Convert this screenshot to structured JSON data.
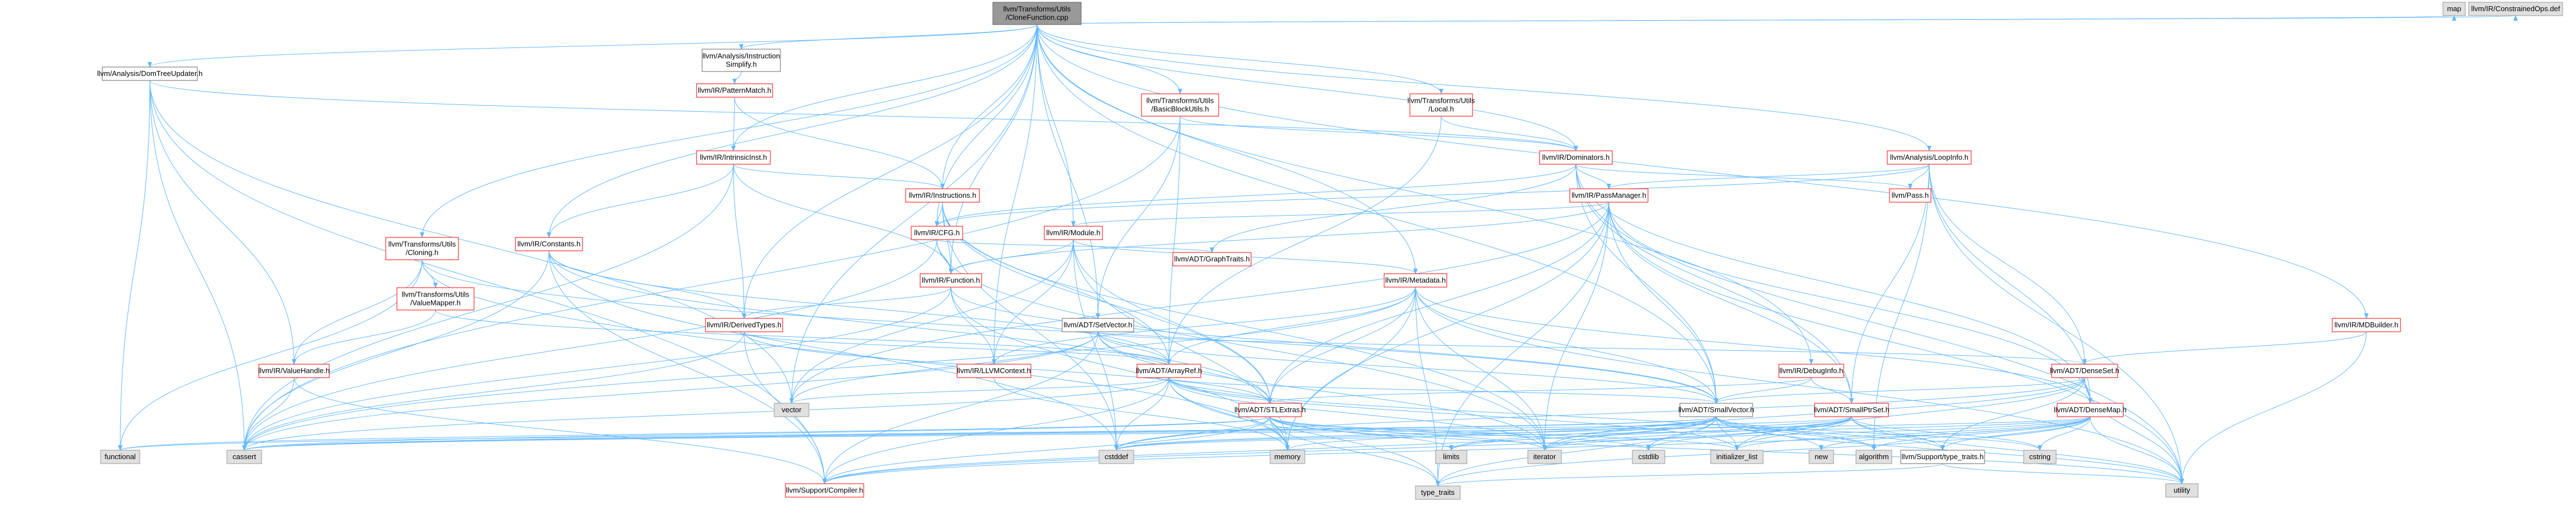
{
  "colors": {
    "root_fill": "#999999",
    "red_border": "#ff0000",
    "black_border": "#666666",
    "gray_fill": "#e0e0e0",
    "gray_border": "#999999",
    "white_fill": "#ffffff",
    "edge": "#63b8ff"
  },
  "nodes": [
    {
      "id": "root",
      "lines": [
        "llvm/Transforms/Utils",
        "/CloneFunction.cpp"
      ],
      "style": "root"
    },
    {
      "id": "instsimplify",
      "lines": [
        "llvm/Analysis/Instruction",
        "Simplify.h"
      ],
      "style": "black"
    },
    {
      "id": "domtreeupd",
      "lines": [
        "llvm/Analysis/DomTreeUpdater.h"
      ],
      "style": "black"
    },
    {
      "id": "loopinfo",
      "lines": [
        "llvm/Analysis/LoopInfo.h"
      ],
      "style": "red"
    },
    {
      "id": "patternmatch",
      "lines": [
        "llvm/IR/PatternMatch.h"
      ],
      "style": "red"
    },
    {
      "id": "bbutils",
      "lines": [
        "llvm/Transforms/Utils",
        "/BasicBlockUtils.h"
      ],
      "style": "red"
    },
    {
      "id": "local",
      "lines": [
        "llvm/Transforms/Utils",
        "/Local.h"
      ],
      "style": "red"
    },
    {
      "id": "intrinsicinst",
      "lines": [
        "llvm/IR/IntrinsicInst.h"
      ],
      "style": "red"
    },
    {
      "id": "dominators",
      "lines": [
        "llvm/IR/Dominators.h"
      ],
      "style": "red"
    },
    {
      "id": "instructions",
      "lines": [
        "llvm/IR/Instructions.h"
      ],
      "style": "red"
    },
    {
      "id": "passmanager",
      "lines": [
        "llvm/IR/PassManager.h"
      ],
      "style": "red"
    },
    {
      "id": "pass",
      "lines": [
        "llvm/Pass.h"
      ],
      "style": "red"
    },
    {
      "id": "cfg",
      "lines": [
        "llvm/IR/CFG.h"
      ],
      "style": "red"
    },
    {
      "id": "module",
      "lines": [
        "llvm/IR/Module.h"
      ],
      "style": "red"
    },
    {
      "id": "cloning",
      "lines": [
        "llvm/Transforms/Utils",
        "/Cloning.h"
      ],
      "style": "red"
    },
    {
      "id": "constants",
      "lines": [
        "llvm/IR/Constants.h"
      ],
      "style": "red"
    },
    {
      "id": "graphtraits",
      "lines": [
        "llvm/ADT/GraphTraits.h"
      ],
      "style": "red"
    },
    {
      "id": "function",
      "lines": [
        "llvm/IR/Function.h"
      ],
      "style": "red"
    },
    {
      "id": "metadata",
      "lines": [
        "llvm/IR/Metadata.h"
      ],
      "style": "red"
    },
    {
      "id": "mdbuilder",
      "lines": [
        "llvm/IR/MDBuilder.h"
      ],
      "style": "red"
    },
    {
      "id": "valuemapper",
      "lines": [
        "llvm/Transforms/Utils",
        "/ValueMapper.h"
      ],
      "style": "red"
    },
    {
      "id": "derivedtypes",
      "lines": [
        "llvm/IR/DerivedTypes.h"
      ],
      "style": "red"
    },
    {
      "id": "setvector",
      "lines": [
        "llvm/ADT/SetVector.h"
      ],
      "style": "black"
    },
    {
      "id": "debuginfo",
      "lines": [
        "llvm/IR/DebugInfo.h"
      ],
      "style": "red"
    },
    {
      "id": "densemap",
      "lines": [
        "llvm/ADT/DenseSet.h"
      ],
      "style": "red"
    },
    {
      "id": "valuehandle",
      "lines": [
        "llvm/IR/ValueHandle.h"
      ],
      "style": "red"
    },
    {
      "id": "llvmcontext",
      "lines": [
        "llvm/IR/LLVMContext.h"
      ],
      "style": "red"
    },
    {
      "id": "arrayref",
      "lines": [
        "llvm/ADT/ArrayRef.h"
      ],
      "style": "red"
    },
    {
      "id": "smallptrset",
      "lines": [
        "llvm/ADT/SmallPtrSet.h"
      ],
      "style": "red"
    },
    {
      "id": "densemapr",
      "lines": [
        "llvm/ADT/DenseMap.h"
      ],
      "style": "red"
    },
    {
      "id": "stlextras",
      "lines": [
        "llvm/ADT/STLExtras.h"
      ],
      "style": "red"
    },
    {
      "id": "smallvector",
      "lines": [
        "llvm/ADT/SmallVector.h"
      ],
      "style": "black"
    },
    {
      "id": "typetraits",
      "lines": [
        "llvm/Support/type_traits.h"
      ],
      "style": "black"
    },
    {
      "id": "compiler",
      "lines": [
        "llvm/Support/Compiler.h"
      ],
      "style": "red"
    },
    {
      "id": "vector",
      "lines": [
        "vector"
      ],
      "style": "gray"
    },
    {
      "id": "functional",
      "lines": [
        "functional"
      ],
      "style": "gray"
    },
    {
      "id": "cassert",
      "lines": [
        "cassert"
      ],
      "style": "gray"
    },
    {
      "id": "cstddef",
      "lines": [
        "cstddef"
      ],
      "style": "gray"
    },
    {
      "id": "memory",
      "lines": [
        "memory"
      ],
      "style": "gray"
    },
    {
      "id": "limits",
      "lines": [
        "limits"
      ],
      "style": "gray"
    },
    {
      "id": "iterator",
      "lines": [
        "iterator"
      ],
      "style": "gray"
    },
    {
      "id": "cstdlib",
      "lines": [
        "cstdlib"
      ],
      "style": "gray"
    },
    {
      "id": "initlist",
      "lines": [
        "initializer_list"
      ],
      "style": "gray"
    },
    {
      "id": "new",
      "lines": [
        "new"
      ],
      "style": "gray"
    },
    {
      "id": "algorithm",
      "lines": [
        "algorithm"
      ],
      "style": "gray"
    },
    {
      "id": "cstring",
      "lines": [
        "cstring"
      ],
      "style": "gray"
    },
    {
      "id": "type_traits",
      "lines": [
        "type_traits"
      ],
      "style": "gray"
    },
    {
      "id": "utility",
      "lines": [
        "utility"
      ],
      "style": "gray"
    },
    {
      "id": "map",
      "lines": [
        "map"
      ],
      "style": "gray"
    },
    {
      "id": "constrainedops",
      "lines": [
        "llvm/IR/ConstrainedOps.def"
      ],
      "style": "gray"
    }
  ],
  "edges": [
    [
      "root",
      "instsimplify"
    ],
    [
      "root",
      "domtreeupd"
    ],
    [
      "root",
      "loopinfo"
    ],
    [
      "root",
      "bbutils"
    ],
    [
      "root",
      "local"
    ],
    [
      "root",
      "intrinsicinst"
    ],
    [
      "root",
      "dominators"
    ],
    [
      "root",
      "instructions"
    ],
    [
      "root",
      "cfg"
    ],
    [
      "root",
      "module"
    ],
    [
      "root",
      "cloning"
    ],
    [
      "root",
      "constants"
    ],
    [
      "root",
      "function"
    ],
    [
      "root",
      "metadata"
    ],
    [
      "root",
      "mdbuilder"
    ],
    [
      "root",
      "derivedtypes"
    ],
    [
      "root",
      "setvector"
    ],
    [
      "root",
      "debuginfo"
    ],
    [
      "root",
      "llvmcontext"
    ],
    [
      "root",
      "smallvector"
    ],
    [
      "root",
      "map"
    ],
    [
      "root",
      "constrainedops"
    ],
    [
      "root",
      "vector"
    ],
    [
      "instsimplify",
      "patternmatch"
    ],
    [
      "patternmatch",
      "intrinsicinst"
    ],
    [
      "patternmatch",
      "instructions"
    ],
    [
      "domtreeupd",
      "dominators"
    ],
    [
      "domtreeupd",
      "valuehandle"
    ],
    [
      "domtreeupd",
      "functional"
    ],
    [
      "domtreeupd",
      "vector"
    ],
    [
      "domtreeupd",
      "compiler"
    ],
    [
      "domtreeupd",
      "cassert"
    ],
    [
      "loopinfo",
      "passmanager"
    ],
    [
      "loopinfo",
      "pass"
    ],
    [
      "loopinfo",
      "cfg"
    ],
    [
      "loopinfo",
      "densemap"
    ],
    [
      "loopinfo",
      "densemapr"
    ],
    [
      "loopinfo",
      "smallptrset"
    ],
    [
      "loopinfo",
      "algorithm"
    ],
    [
      "loopinfo",
      "utility"
    ],
    [
      "bbutils",
      "dominators"
    ],
    [
      "bbutils",
      "setvector"
    ],
    [
      "bbutils",
      "arrayref"
    ],
    [
      "bbutils",
      "cassert"
    ],
    [
      "local",
      "dominators"
    ],
    [
      "local",
      "arrayref"
    ],
    [
      "intrinsicinst",
      "instructions"
    ],
    [
      "intrinsicinst",
      "function"
    ],
    [
      "intrinsicinst",
      "constants"
    ],
    [
      "intrinsicinst",
      "derivedtypes"
    ],
    [
      "intrinsicinst",
      "cassert"
    ],
    [
      "dominators",
      "passmanager"
    ],
    [
      "dominators",
      "pass"
    ],
    [
      "dominators",
      "cfg"
    ],
    [
      "dominators",
      "densemapr"
    ],
    [
      "dominators",
      "smallptrset"
    ],
    [
      "dominators",
      "smallvector"
    ],
    [
      "dominators",
      "graphtraits"
    ],
    [
      "dominators",
      "utility"
    ],
    [
      "instructions",
      "cfg"
    ],
    [
      "instructions",
      "function"
    ],
    [
      "instructions",
      "arrayref"
    ],
    [
      "instructions",
      "stlextras"
    ],
    [
      "instructions",
      "iterator"
    ],
    [
      "instructions",
      "cstddef"
    ],
    [
      "passmanager",
      "module"
    ],
    [
      "passmanager",
      "function"
    ],
    [
      "passmanager",
      "stlextras"
    ],
    [
      "passmanager",
      "smallptrset"
    ],
    [
      "passmanager",
      "densemapr"
    ],
    [
      "passmanager",
      "smallvector"
    ],
    [
      "passmanager",
      "vector"
    ],
    [
      "passmanager",
      "memory"
    ],
    [
      "passmanager",
      "iterator"
    ],
    [
      "passmanager",
      "type_traits"
    ],
    [
      "passmanager",
      "utility"
    ],
    [
      "cfg",
      "function"
    ],
    [
      "cfg",
      "graphtraits"
    ],
    [
      "cfg",
      "iterator"
    ],
    [
      "cfg",
      "cassert"
    ],
    [
      "module",
      "function"
    ],
    [
      "module",
      "metadata"
    ],
    [
      "module",
      "llvmcontext"
    ],
    [
      "module",
      "stlextras"
    ],
    [
      "module",
      "memory"
    ],
    [
      "module",
      "vector"
    ],
    [
      "module",
      "cstddef"
    ],
    [
      "cloning",
      "valuemapper"
    ],
    [
      "cloning",
      "valuehandle"
    ],
    [
      "cloning",
      "smallvector"
    ],
    [
      "cloning",
      "functional"
    ],
    [
      "cloning",
      "memory"
    ],
    [
      "constants",
      "derivedtypes"
    ],
    [
      "constants",
      "arrayref"
    ],
    [
      "constants",
      "stlextras"
    ],
    [
      "constants",
      "cassert"
    ],
    [
      "constants",
      "cstddef"
    ],
    [
      "constants",
      "compiler"
    ],
    [
      "function",
      "derivedtypes"
    ],
    [
      "function",
      "llvmcontext"
    ],
    [
      "function",
      "smallvector"
    ],
    [
      "function",
      "memory"
    ],
    [
      "function",
      "cassert"
    ],
    [
      "metadata",
      "arrayref"
    ],
    [
      "metadata",
      "densemapr"
    ],
    [
      "metadata",
      "stlextras"
    ],
    [
      "metadata",
      "smallvector"
    ],
    [
      "metadata",
      "memory"
    ],
    [
      "metadata",
      "cassert"
    ],
    [
      "metadata",
      "iterator"
    ],
    [
      "metadata",
      "type_traits"
    ],
    [
      "metadata",
      "utility"
    ],
    [
      "metadata",
      "llvmcontext"
    ],
    [
      "mdbuilder",
      "densemap"
    ],
    [
      "mdbuilder",
      "utility"
    ],
    [
      "valuemapper",
      "valuehandle"
    ],
    [
      "valuemapper",
      "arrayref"
    ],
    [
      "derivedtypes",
      "arrayref"
    ],
    [
      "derivedtypes",
      "stlextras"
    ],
    [
      "derivedtypes",
      "cassert"
    ],
    [
      "derivedtypes",
      "compiler"
    ],
    [
      "setvector",
      "arrayref"
    ],
    [
      "setvector",
      "densemap"
    ],
    [
      "setvector",
      "stlextras"
    ],
    [
      "setvector",
      "smallvector"
    ],
    [
      "setvector",
      "compiler"
    ],
    [
      "setvector",
      "cassert"
    ],
    [
      "setvector",
      "iterator"
    ],
    [
      "setvector",
      "vector"
    ],
    [
      "debuginfo",
      "smallptrset"
    ],
    [
      "debuginfo",
      "smallvector"
    ],
    [
      "debuginfo",
      "stlextras"
    ],
    [
      "densemap",
      "densemapr"
    ],
    [
      "densemap",
      "smallvector"
    ],
    [
      "densemap",
      "typetraits"
    ],
    [
      "densemap",
      "initlist"
    ],
    [
      "densemap",
      "iterator"
    ],
    [
      "densemap",
      "cstddef"
    ],
    [
      "densemap",
      "utility"
    ],
    [
      "valuehandle",
      "cassert"
    ],
    [
      "valuehandle",
      "compiler"
    ],
    [
      "llvmcontext",
      "memory"
    ],
    [
      "arrayref",
      "stlextras"
    ],
    [
      "arrayref",
      "smallvector"
    ],
    [
      "arrayref",
      "compiler"
    ],
    [
      "arrayref",
      "algorithm"
    ],
    [
      "arrayref",
      "array"
    ],
    [
      "arrayref",
      "cassert"
    ],
    [
      "arrayref",
      "cstddef"
    ],
    [
      "arrayref",
      "initlist"
    ],
    [
      "arrayref",
      "iterator"
    ],
    [
      "arrayref",
      "memory"
    ],
    [
      "arrayref",
      "type_traits"
    ],
    [
      "arrayref",
      "vector"
    ],
    [
      "smallptrset",
      "compiler"
    ],
    [
      "smallptrset",
      "typetraits"
    ],
    [
      "smallptrset",
      "cassert"
    ],
    [
      "smallptrset",
      "cstddef"
    ],
    [
      "smallptrset",
      "cstdlib"
    ],
    [
      "smallptrset",
      "cstring"
    ],
    [
      "smallptrset",
      "initlist"
    ],
    [
      "smallptrset",
      "iterator"
    ],
    [
      "smallptrset",
      "limits"
    ],
    [
      "smallptrset",
      "utility"
    ],
    [
      "densemapr",
      "compiler"
    ],
    [
      "densemapr",
      "typetraits"
    ],
    [
      "densemapr",
      "algorithm"
    ],
    [
      "densemapr",
      "cassert"
    ],
    [
      "densemapr",
      "cstddef"
    ],
    [
      "densemapr",
      "cstring"
    ],
    [
      "densemapr",
      "initlist"
    ],
    [
      "densemapr",
      "iterator"
    ],
    [
      "densemapr",
      "new"
    ],
    [
      "densemapr",
      "type_traits"
    ],
    [
      "densemapr",
      "utility"
    ],
    [
      "stlextras",
      "compiler"
    ],
    [
      "stlextras",
      "functional"
    ],
    [
      "stlextras",
      "cassert"
    ],
    [
      "stlextras",
      "cstddef"
    ],
    [
      "stlextras",
      "cstdlib"
    ],
    [
      "stlextras",
      "initlist"
    ],
    [
      "stlextras",
      "iterator"
    ],
    [
      "stlextras",
      "limits"
    ],
    [
      "stlextras",
      "memory"
    ],
    [
      "stlextras",
      "type_traits"
    ],
    [
      "stlextras",
      "utility"
    ],
    [
      "smallvector",
      "compiler"
    ],
    [
      "smallvector",
      "typetraits"
    ],
    [
      "smallvector",
      "algorithm"
    ],
    [
      "smallvector",
      "cassert"
    ],
    [
      "smallvector",
      "cstddef"
    ],
    [
      "smallvector",
      "cstdlib"
    ],
    [
      "smallvector",
      "cstring"
    ],
    [
      "smallvector",
      "functional"
    ],
    [
      "smallvector",
      "initlist"
    ],
    [
      "smallvector",
      "iterator"
    ],
    [
      "smallvector",
      "limits"
    ],
    [
      "smallvector",
      "memory"
    ],
    [
      "smallvector",
      "new"
    ],
    [
      "smallvector",
      "type_traits"
    ],
    [
      "smallvector",
      "utility"
    ],
    [
      "typetraits",
      "type_traits"
    ],
    [
      "typetraits",
      "utility"
    ]
  ]
}
